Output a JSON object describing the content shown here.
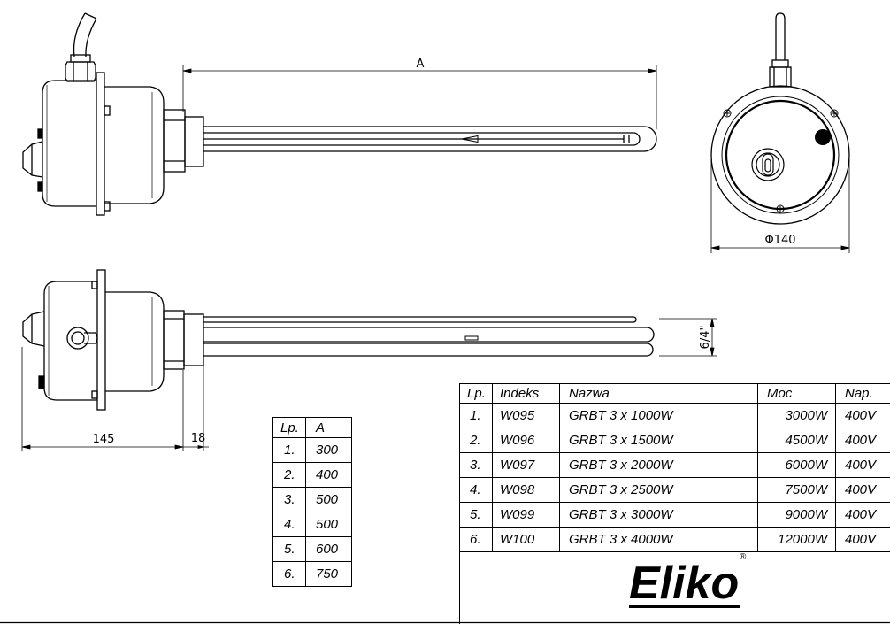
{
  "drawing": {
    "dimension_a_label": "A",
    "dimension_diameter_label": "Φ140",
    "dimension_thread_label": "6/4\"",
    "dimension_body_length_label": "145",
    "dimension_flange_label": "18"
  },
  "lengths_table": {
    "headers": [
      "Lp.",
      "A"
    ],
    "rows": [
      {
        "lp": "1.",
        "a": "300"
      },
      {
        "lp": "2.",
        "a": "400"
      },
      {
        "lp": "3.",
        "a": "500"
      },
      {
        "lp": "4.",
        "a": "500"
      },
      {
        "lp": "5.",
        "a": "600"
      },
      {
        "lp": "6.",
        "a": "750"
      }
    ]
  },
  "products_table": {
    "headers": {
      "lp": "Lp.",
      "index": "Indeks",
      "name": "Nazwa",
      "power": "Moc",
      "voltage": "Nap."
    },
    "rows": [
      {
        "lp": "1.",
        "index": "W095",
        "name": "GRBT 3 x 1000W",
        "power": "3000W",
        "voltage": "400V"
      },
      {
        "lp": "2.",
        "index": "W096",
        "name": "GRBT 3 x 1500W",
        "power": "4500W",
        "voltage": "400V"
      },
      {
        "lp": "3.",
        "index": "W097",
        "name": "GRBT 3 x 2000W",
        "power": "6000W",
        "voltage": "400V"
      },
      {
        "lp": "4.",
        "index": "W098",
        "name": "GRBT 3 x 2500W",
        "power": "7500W",
        "voltage": "400V"
      },
      {
        "lp": "5.",
        "index": "W099",
        "name": "GRBT 3 x 3000W",
        "power": "9000W",
        "voltage": "400V"
      },
      {
        "lp": "6.",
        "index": "W100",
        "name": "GRBT 3 x 4000W",
        "power": "12000W",
        "voltage": "400V"
      }
    ]
  },
  "logo": {
    "text": "Eliko",
    "mark": "®"
  },
  "colors": {
    "ink": "#000000",
    "paper": "#ffffff"
  }
}
